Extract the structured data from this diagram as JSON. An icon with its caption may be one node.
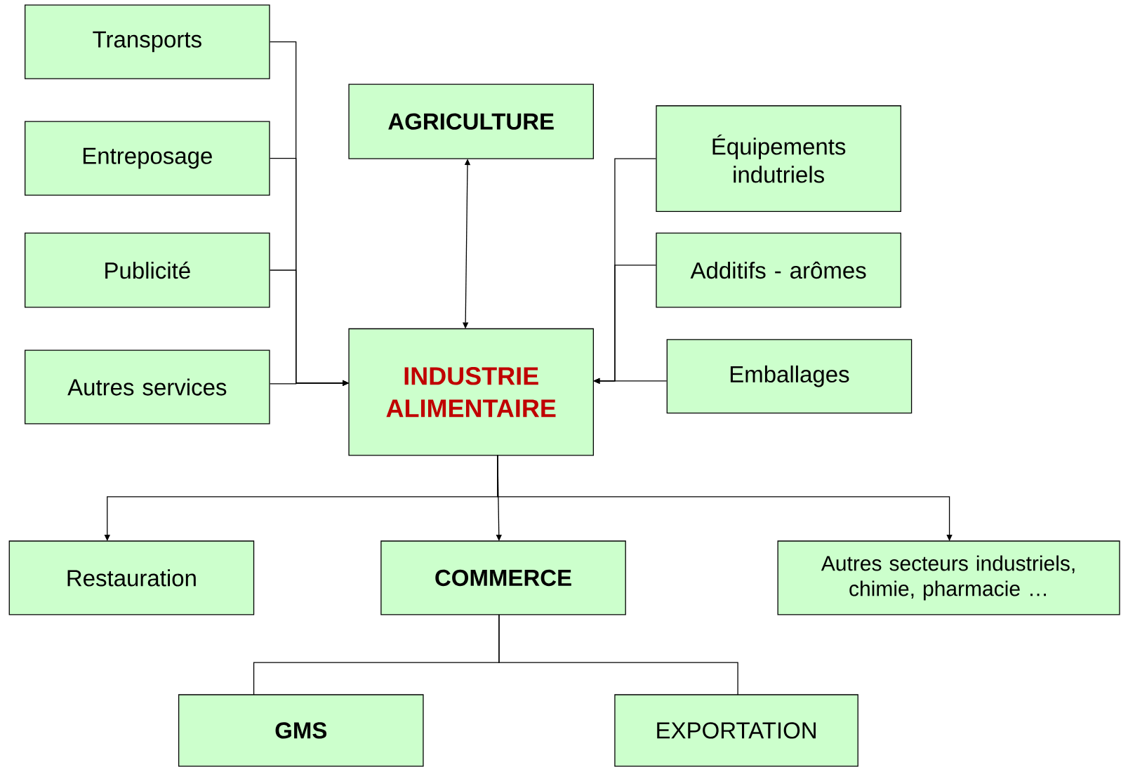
{
  "diagram": {
    "nodes": [
      {
        "text": [
          "Transports"
        ]
      },
      {
        "text": [
          "Entreposage"
        ]
      },
      {
        "text": [
          "Publicité"
        ]
      },
      {
        "text": [
          "Autres services"
        ]
      },
      {
        "text": [
          "AGRICULTURE"
        ]
      },
      {
        "text": [
          "Équipements indutriels"
        ]
      },
      {
        "text": [
          "Additifs - arômes"
        ]
      },
      {
        "text": [
          "INDUSTRIE ALIMENTAIRE"
        ]
      },
      {
        "text": [
          "Emballages"
        ]
      },
      {
        "text": [
          "Restauration"
        ]
      },
      {
        "text": [
          "COMMERCE"
        ]
      },
      {
        "text": [
          "Autres secteurs industriels, chimie, pharmacie …"
        ]
      },
      {
        "text": [
          "GMS"
        ]
      },
      {
        "text": [
          "EXPORTATION"
        ]
      }
    ],
    "edges": [
      {
        "from": 0,
        "to": 7,
        "arrow": "to"
      },
      {
        "from": 1,
        "to": 7,
        "arrow": "to"
      },
      {
        "from": 2,
        "to": 7,
        "arrow": "to"
      },
      {
        "from": 3,
        "to": 7,
        "arrow": "to"
      },
      {
        "from": 4,
        "to": 7,
        "arrow": "both"
      },
      {
        "from": 5,
        "to": 7,
        "arrow": "to"
      },
      {
        "from": 6,
        "to": 7,
        "arrow": "to"
      },
      {
        "from": 8,
        "to": 7,
        "arrow": "to"
      },
      {
        "from": 7,
        "to": 9,
        "arrow": "to"
      },
      {
        "from": 7,
        "to": 10,
        "arrow": "to"
      },
      {
        "from": 7,
        "to": 11,
        "arrow": "to"
      },
      {
        "from": 10,
        "to": 12,
        "arrow": "none"
      },
      {
        "from": 10,
        "to": 13,
        "arrow": "none"
      }
    ]
  }
}
